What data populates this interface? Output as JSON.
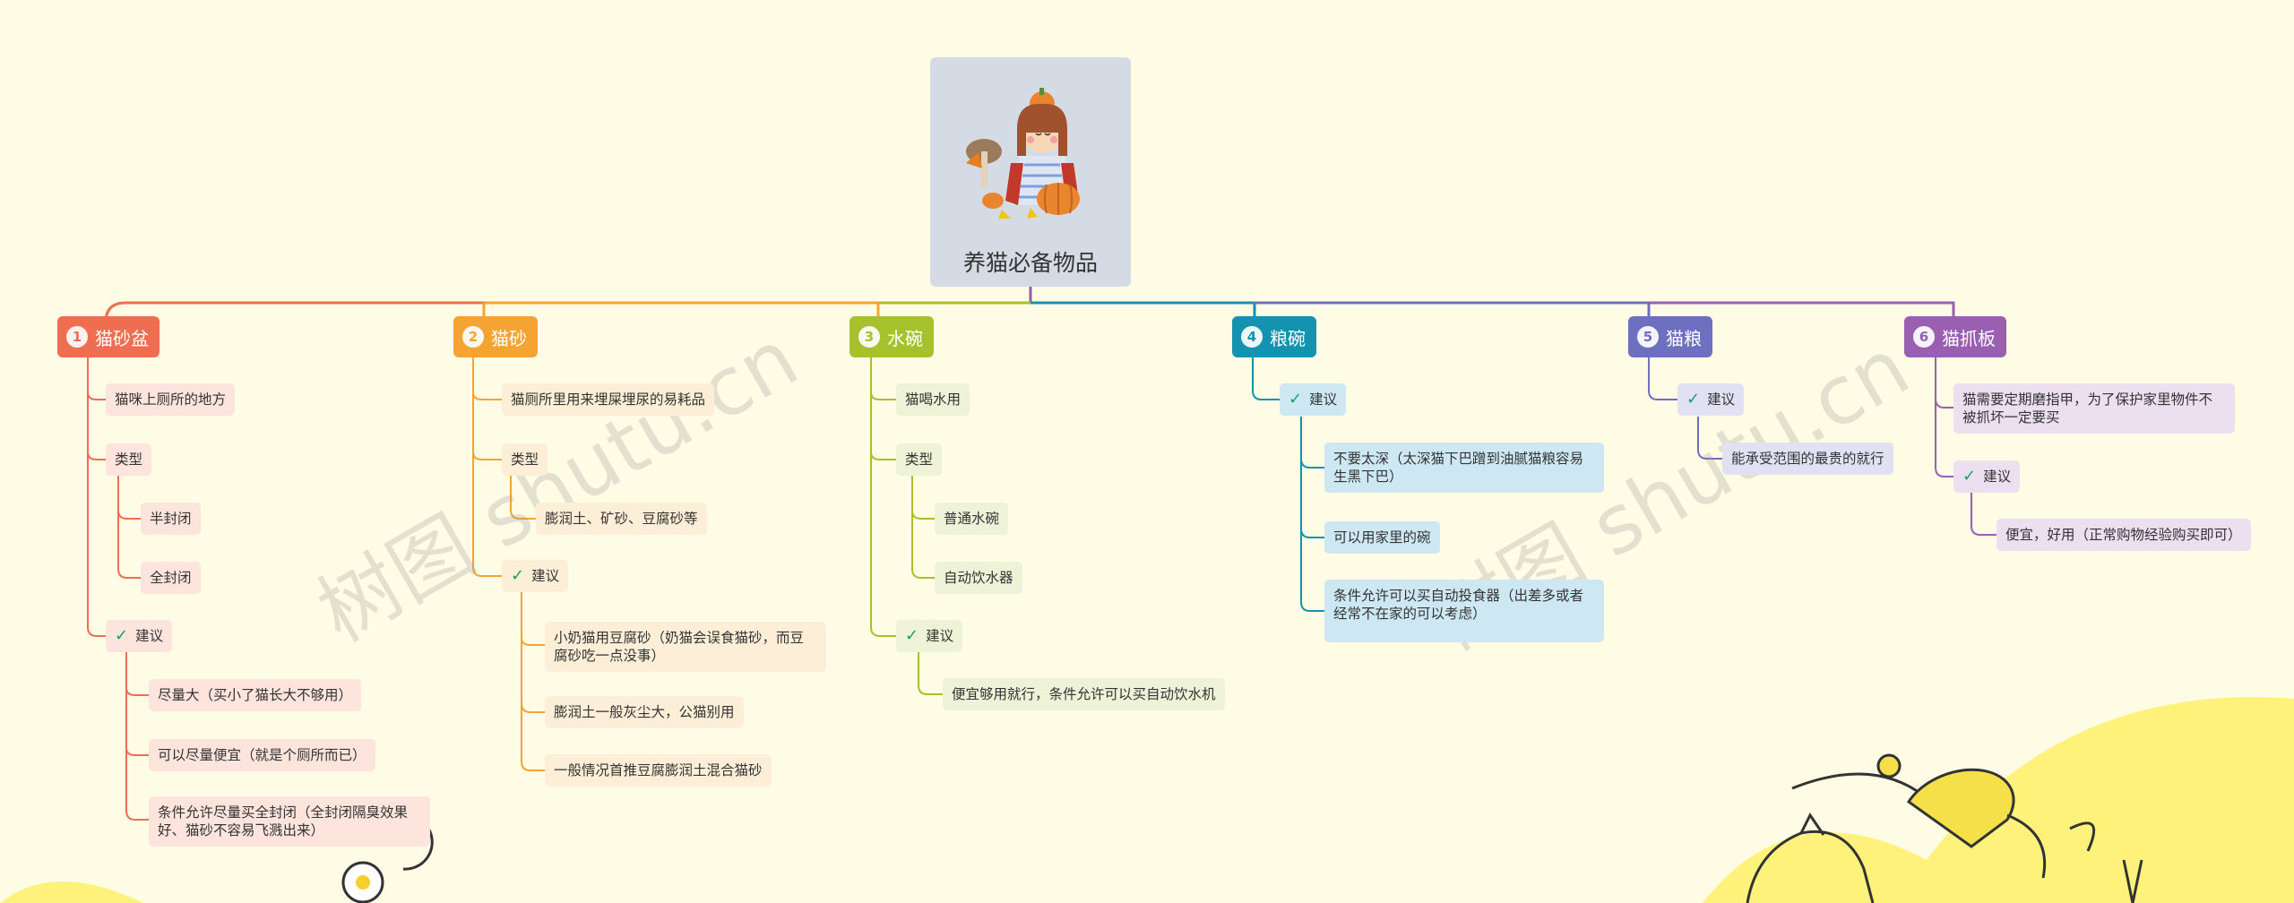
{
  "root": {
    "title": "养猫必备物品"
  },
  "watermark": [
    "树图 shutu.cn",
    "树图 shutu.cn"
  ],
  "branches": [
    {
      "num": "1",
      "label": "猫砂盆",
      "color": "#ef6d50",
      "tint": "#fde4dc"
    },
    {
      "num": "2",
      "label": "猫砂",
      "color": "#f5a433",
      "tint": "#fdeed7"
    },
    {
      "num": "3",
      "label": "水碗",
      "color": "#a6c12b",
      "tint": "#eef2d6"
    },
    {
      "num": "4",
      "label": "粮碗",
      "color": "#1493b0",
      "tint": "#cde8f3"
    },
    {
      "num": "5",
      "label": "猫粮",
      "color": "#6f6fc2",
      "tint": "#e2e1f3"
    },
    {
      "num": "6",
      "label": "猫抓板",
      "color": "#9a5fb1",
      "tint": "#ebdff0"
    }
  ],
  "nodes": {
    "b1_n1": "猫咪上厕所的地方",
    "b1_n2": "类型",
    "b1_n3": "半封闭",
    "b1_n4": "全封闭",
    "b1_n5": "建议",
    "b1_n6": "尽量大（买小了猫长大不够用）",
    "b1_n7": "可以尽量便宜（就是个厕所而已）",
    "b1_n8": "条件允许尽量买全封闭（全封闭隔臭效果好、猫砂不容易飞溅出来）",
    "b2_n1": "猫厕所里用来埋屎埋尿的易耗品",
    "b2_n2": "类型",
    "b2_n3": "膨润土、矿砂、豆腐砂等",
    "b2_n4": "建议",
    "b2_n5": "小奶猫用豆腐砂（奶猫会误食猫砂，而豆腐砂吃一点没事）",
    "b2_n6": "膨润土一般灰尘大，公猫别用",
    "b2_n7": "一般情况首推豆腐膨润土混合猫砂",
    "b3_n1": "猫喝水用",
    "b3_n2": "类型",
    "b3_n3": "普通水碗",
    "b3_n4": "自动饮水器",
    "b3_n5": "建议",
    "b3_n6": "便宜够用就行，条件允许可以买自动饮水机",
    "b4_n1": "建议",
    "b4_n2": "不要太深（太深猫下巴蹭到油腻猫粮容易生黑下巴）",
    "b4_n3": "可以用家里的碗",
    "b4_n4": "条件允许可以买自动投食器（出差多或者经常不在家的可以考虑）",
    "b5_n1": "建议",
    "b5_n2": "能承受范围的最贵的就行",
    "b6_n1": "猫需要定期磨指甲，为了保护家里物件不被抓坏一定要买",
    "b6_n2": "建议",
    "b6_n3": "便宜，好用（正常购物经验购买即可）"
  }
}
